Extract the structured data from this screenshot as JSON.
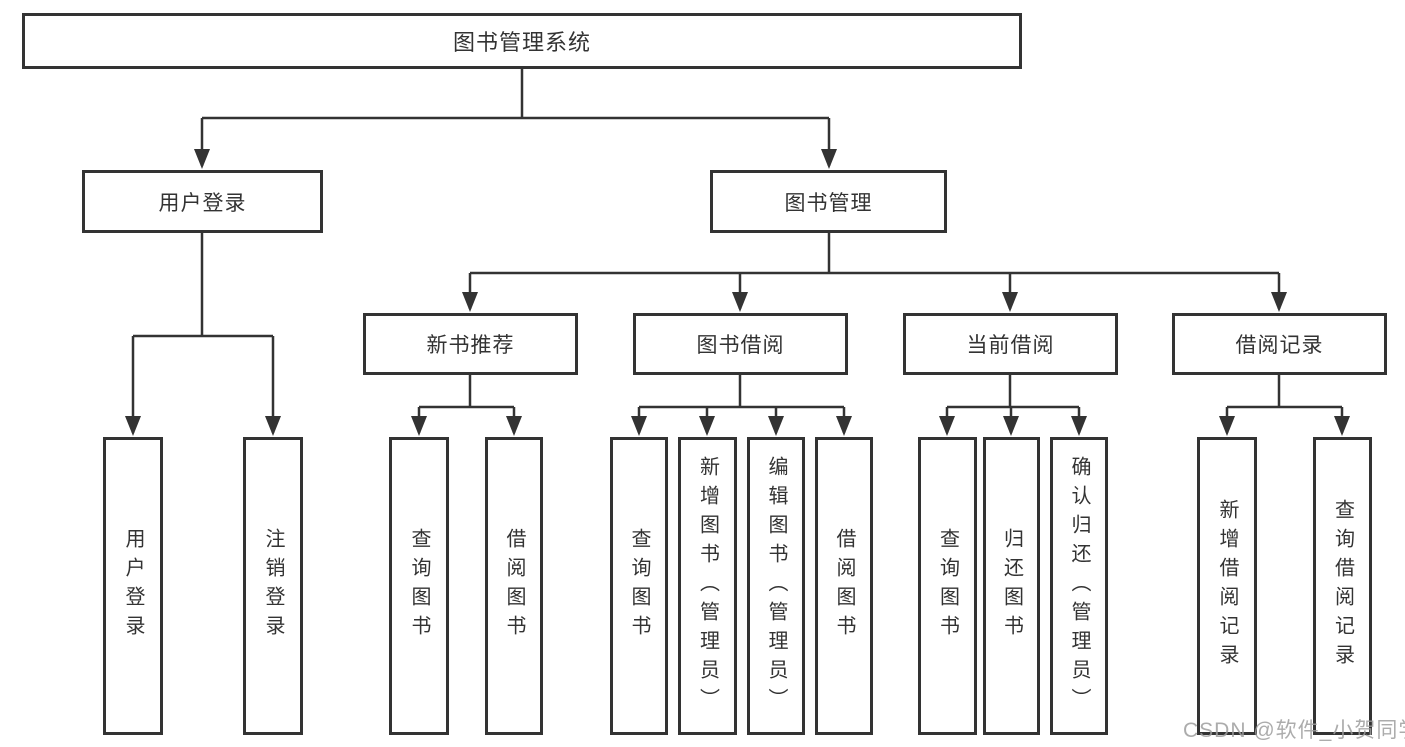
{
  "diagram": {
    "root": "图书管理系统",
    "level2": [
      {
        "label": "用户登录",
        "children": [
          "用户登录",
          "注销登录"
        ]
      },
      {
        "label": "图书管理",
        "groups": [
          {
            "label": "新书推荐",
            "children": [
              "查询图书",
              "借阅图书"
            ]
          },
          {
            "label": "图书借阅",
            "children": [
              "查询图书",
              "新增图书（管理员）",
              "编辑图书（管理员）",
              "借阅图书"
            ]
          },
          {
            "label": "当前借阅",
            "children": [
              "查询图书",
              "归还图书",
              "确认归还（管理员）"
            ]
          },
          {
            "label": "借阅记录",
            "children": [
              "新增借阅记录",
              "查询借阅记录"
            ]
          }
        ]
      }
    ]
  },
  "watermark": "CSDN @软件_小贺同学",
  "colors": {
    "line": "#333333",
    "text": "#333333",
    "box_background": "#ffffff",
    "watermark": "#9e9e9e"
  }
}
